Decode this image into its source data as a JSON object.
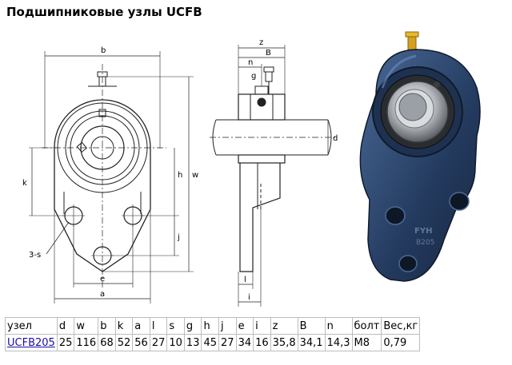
{
  "title": "Подшипниковые узлы UCFB",
  "drawing": {
    "labels": {
      "b": "b",
      "k": "k",
      "h": "h",
      "w": "w",
      "j": "j",
      "e": "e",
      "a": "a",
      "s": "3-s",
      "z": "z",
      "B": "B",
      "n": "n",
      "g": "g",
      "d": "d",
      "l": "l",
      "i": "i"
    }
  },
  "table": {
    "headers": [
      "узел",
      "d",
      "w",
      "b",
      "k",
      "a",
      "l",
      "s",
      "g",
      "h",
      "j",
      "e",
      "i",
      "z",
      "B",
      "n",
      "болт",
      "Вес,кг"
    ],
    "row": [
      "UCFB205",
      "25",
      "116",
      "68",
      "52",
      "56",
      "27",
      "10",
      "13",
      "45",
      "27",
      "34",
      "16",
      "35,8",
      "34,1",
      "14,3",
      "M8",
      "0,79"
    ]
  },
  "colors": {
    "housing_blue": "#233a5e",
    "housing_highlight": "#4a6a98",
    "bearing_steel": "#b8bcc0",
    "grease_nipple": "#d4a020",
    "link": "#1a0dab"
  }
}
